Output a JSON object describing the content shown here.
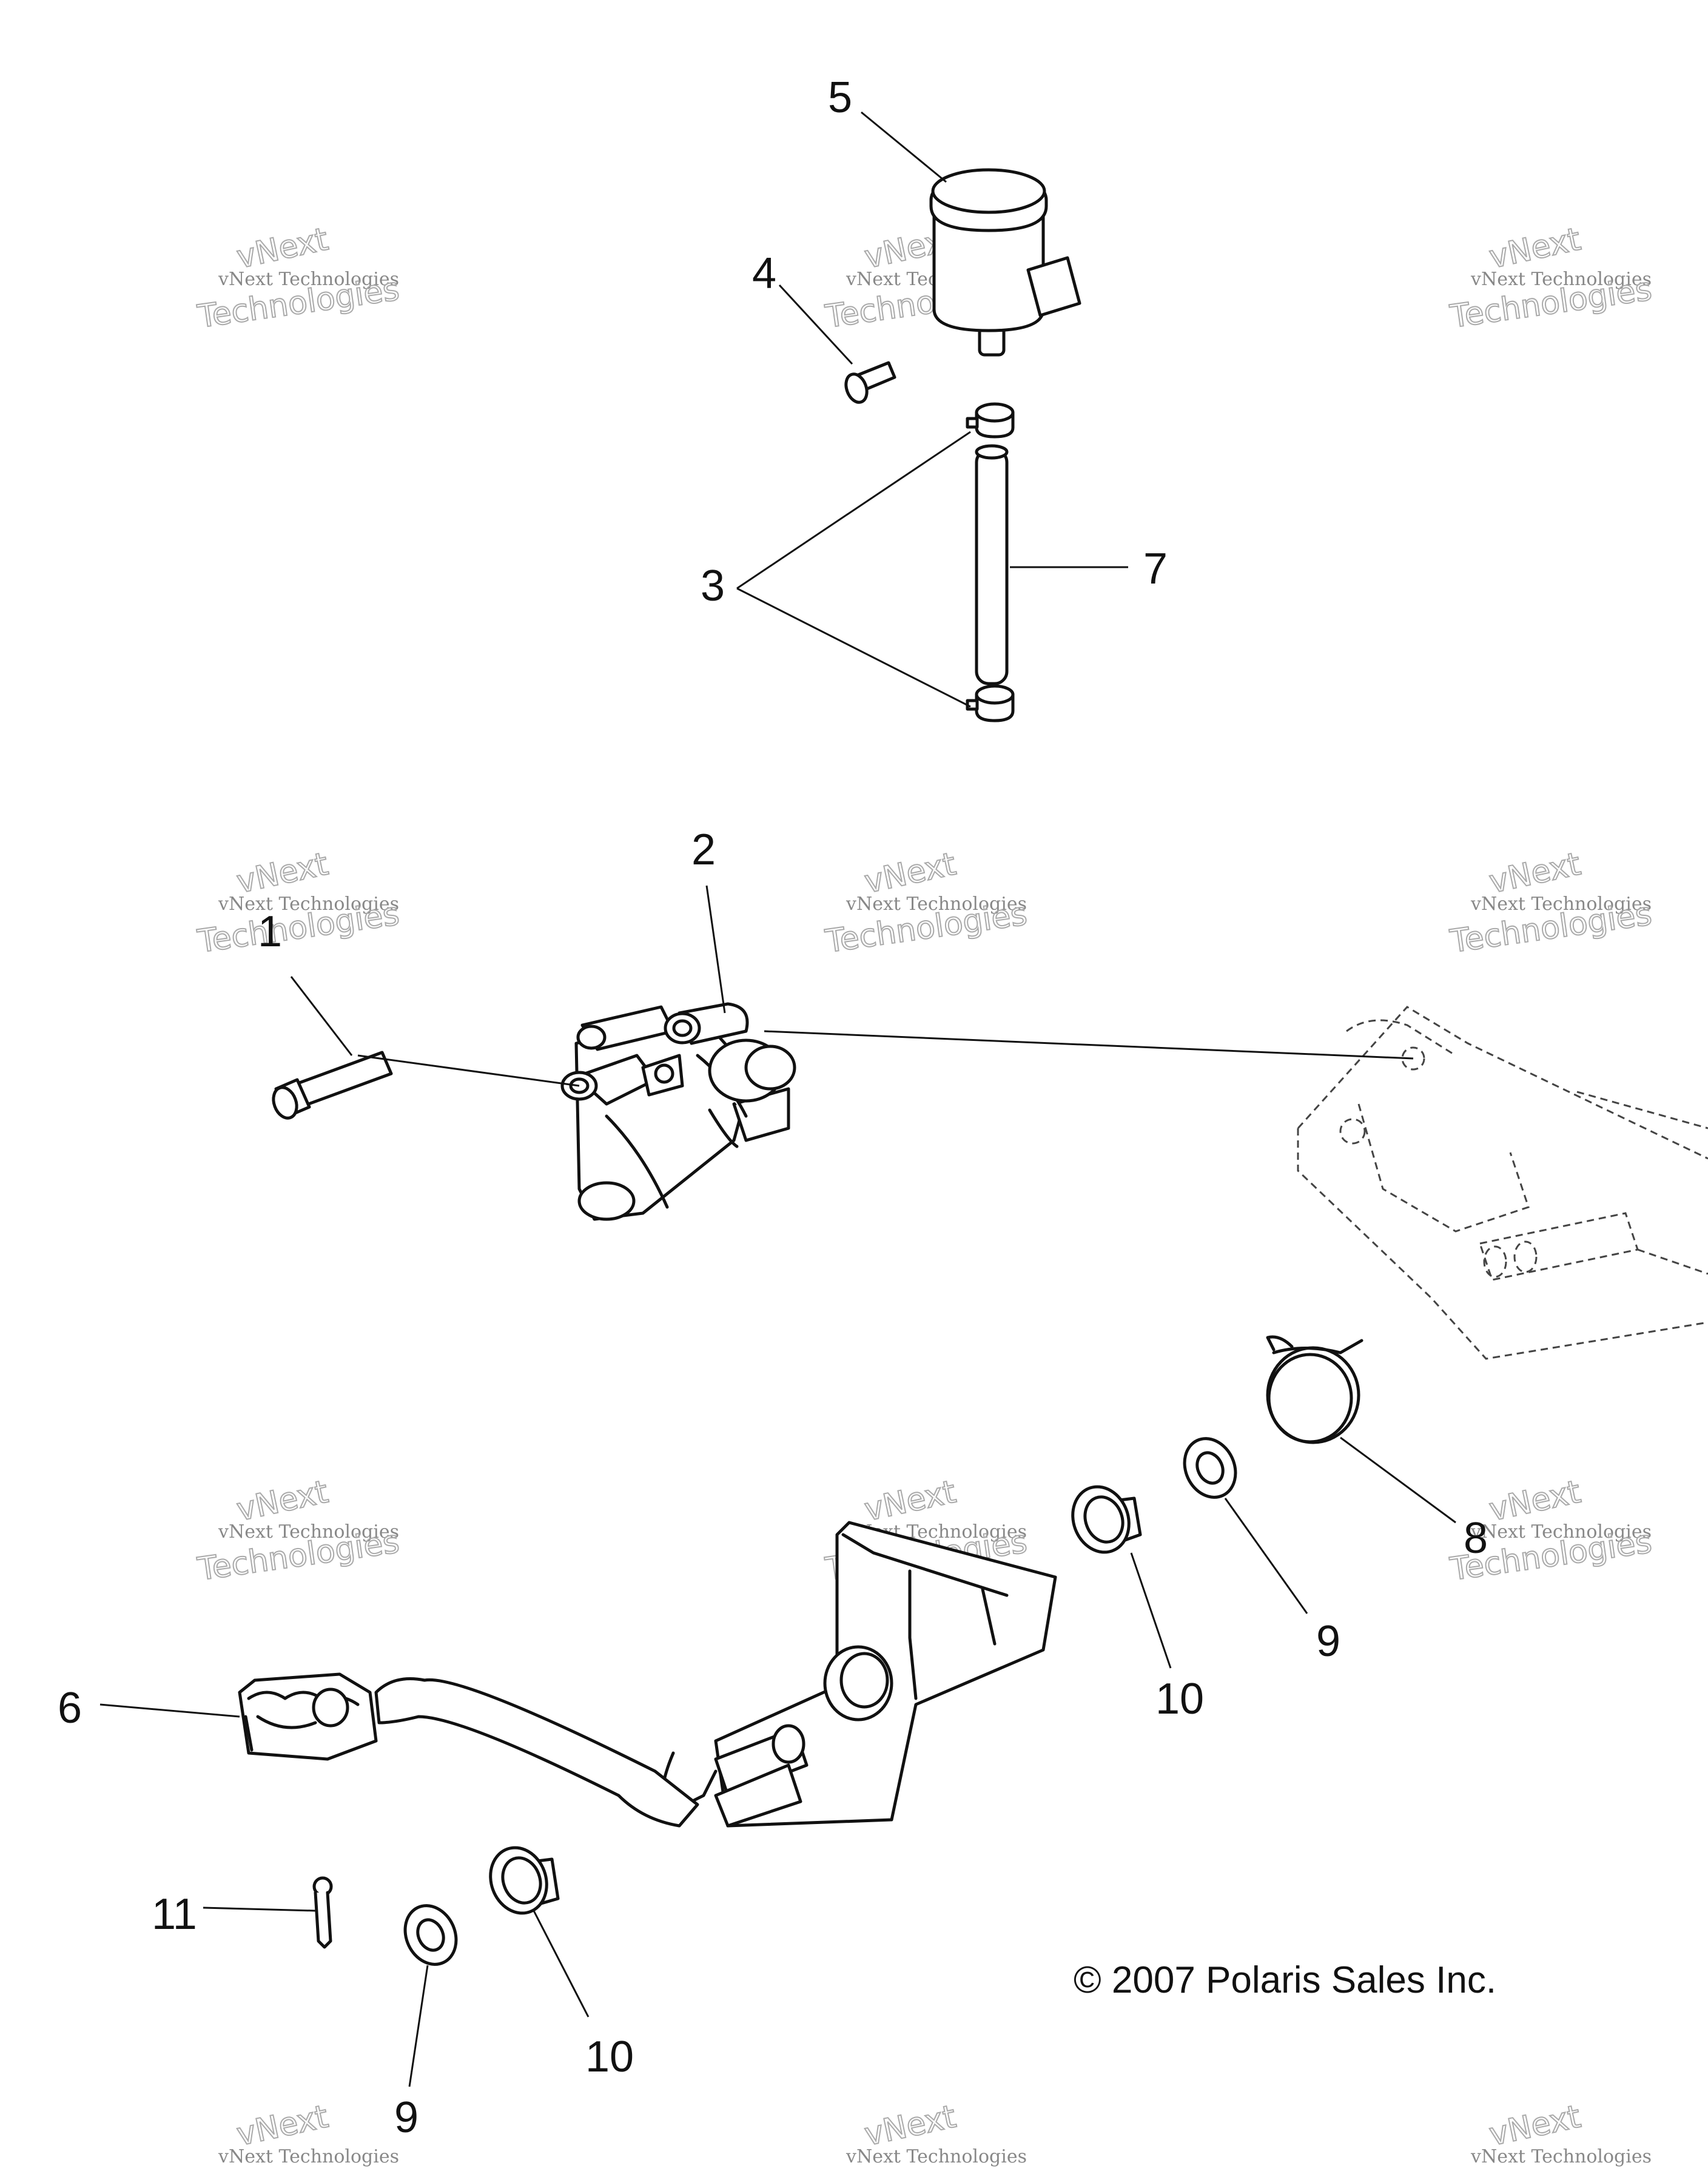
{
  "callouts": {
    "c1": "1",
    "c2": "2",
    "c3": "3",
    "c4": "4",
    "c5": "5",
    "c6": "6",
    "c7": "7",
    "c8": "8",
    "c9a": "9",
    "c9b": "9",
    "c10a": "10",
    "c10b": "10",
    "c11": "11"
  },
  "copyright": "© 2007 Polaris Sales Inc.",
  "watermark": {
    "brand": "vNext",
    "line1": "vNext Technologies",
    "line2": "Technologies"
  }
}
